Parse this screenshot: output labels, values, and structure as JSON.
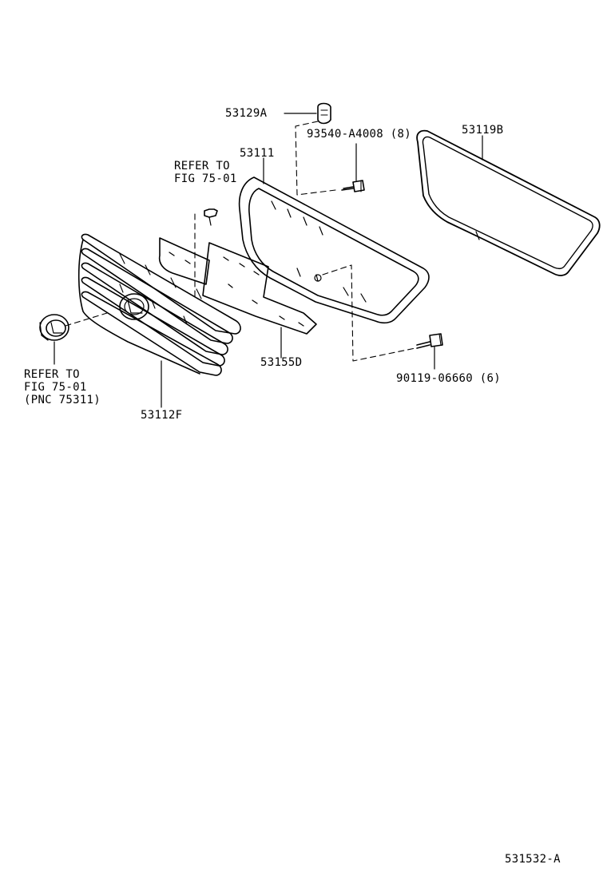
{
  "diagram": {
    "parts": {
      "p53129A": "53129A",
      "p93540": "93540-A4008 (8)",
      "p53119B": "53119B",
      "p53111": "53111",
      "p53155D": "53155D",
      "p53112F": "53112F",
      "p90119": "90119-06660 (6)"
    },
    "references": {
      "top": [
        "REFER TO",
        "FIG 75-01"
      ],
      "emblem": [
        "REFER TO",
        "FIG 75-01",
        "(PNC 75311)"
      ]
    },
    "figure_code": "531532-A"
  }
}
